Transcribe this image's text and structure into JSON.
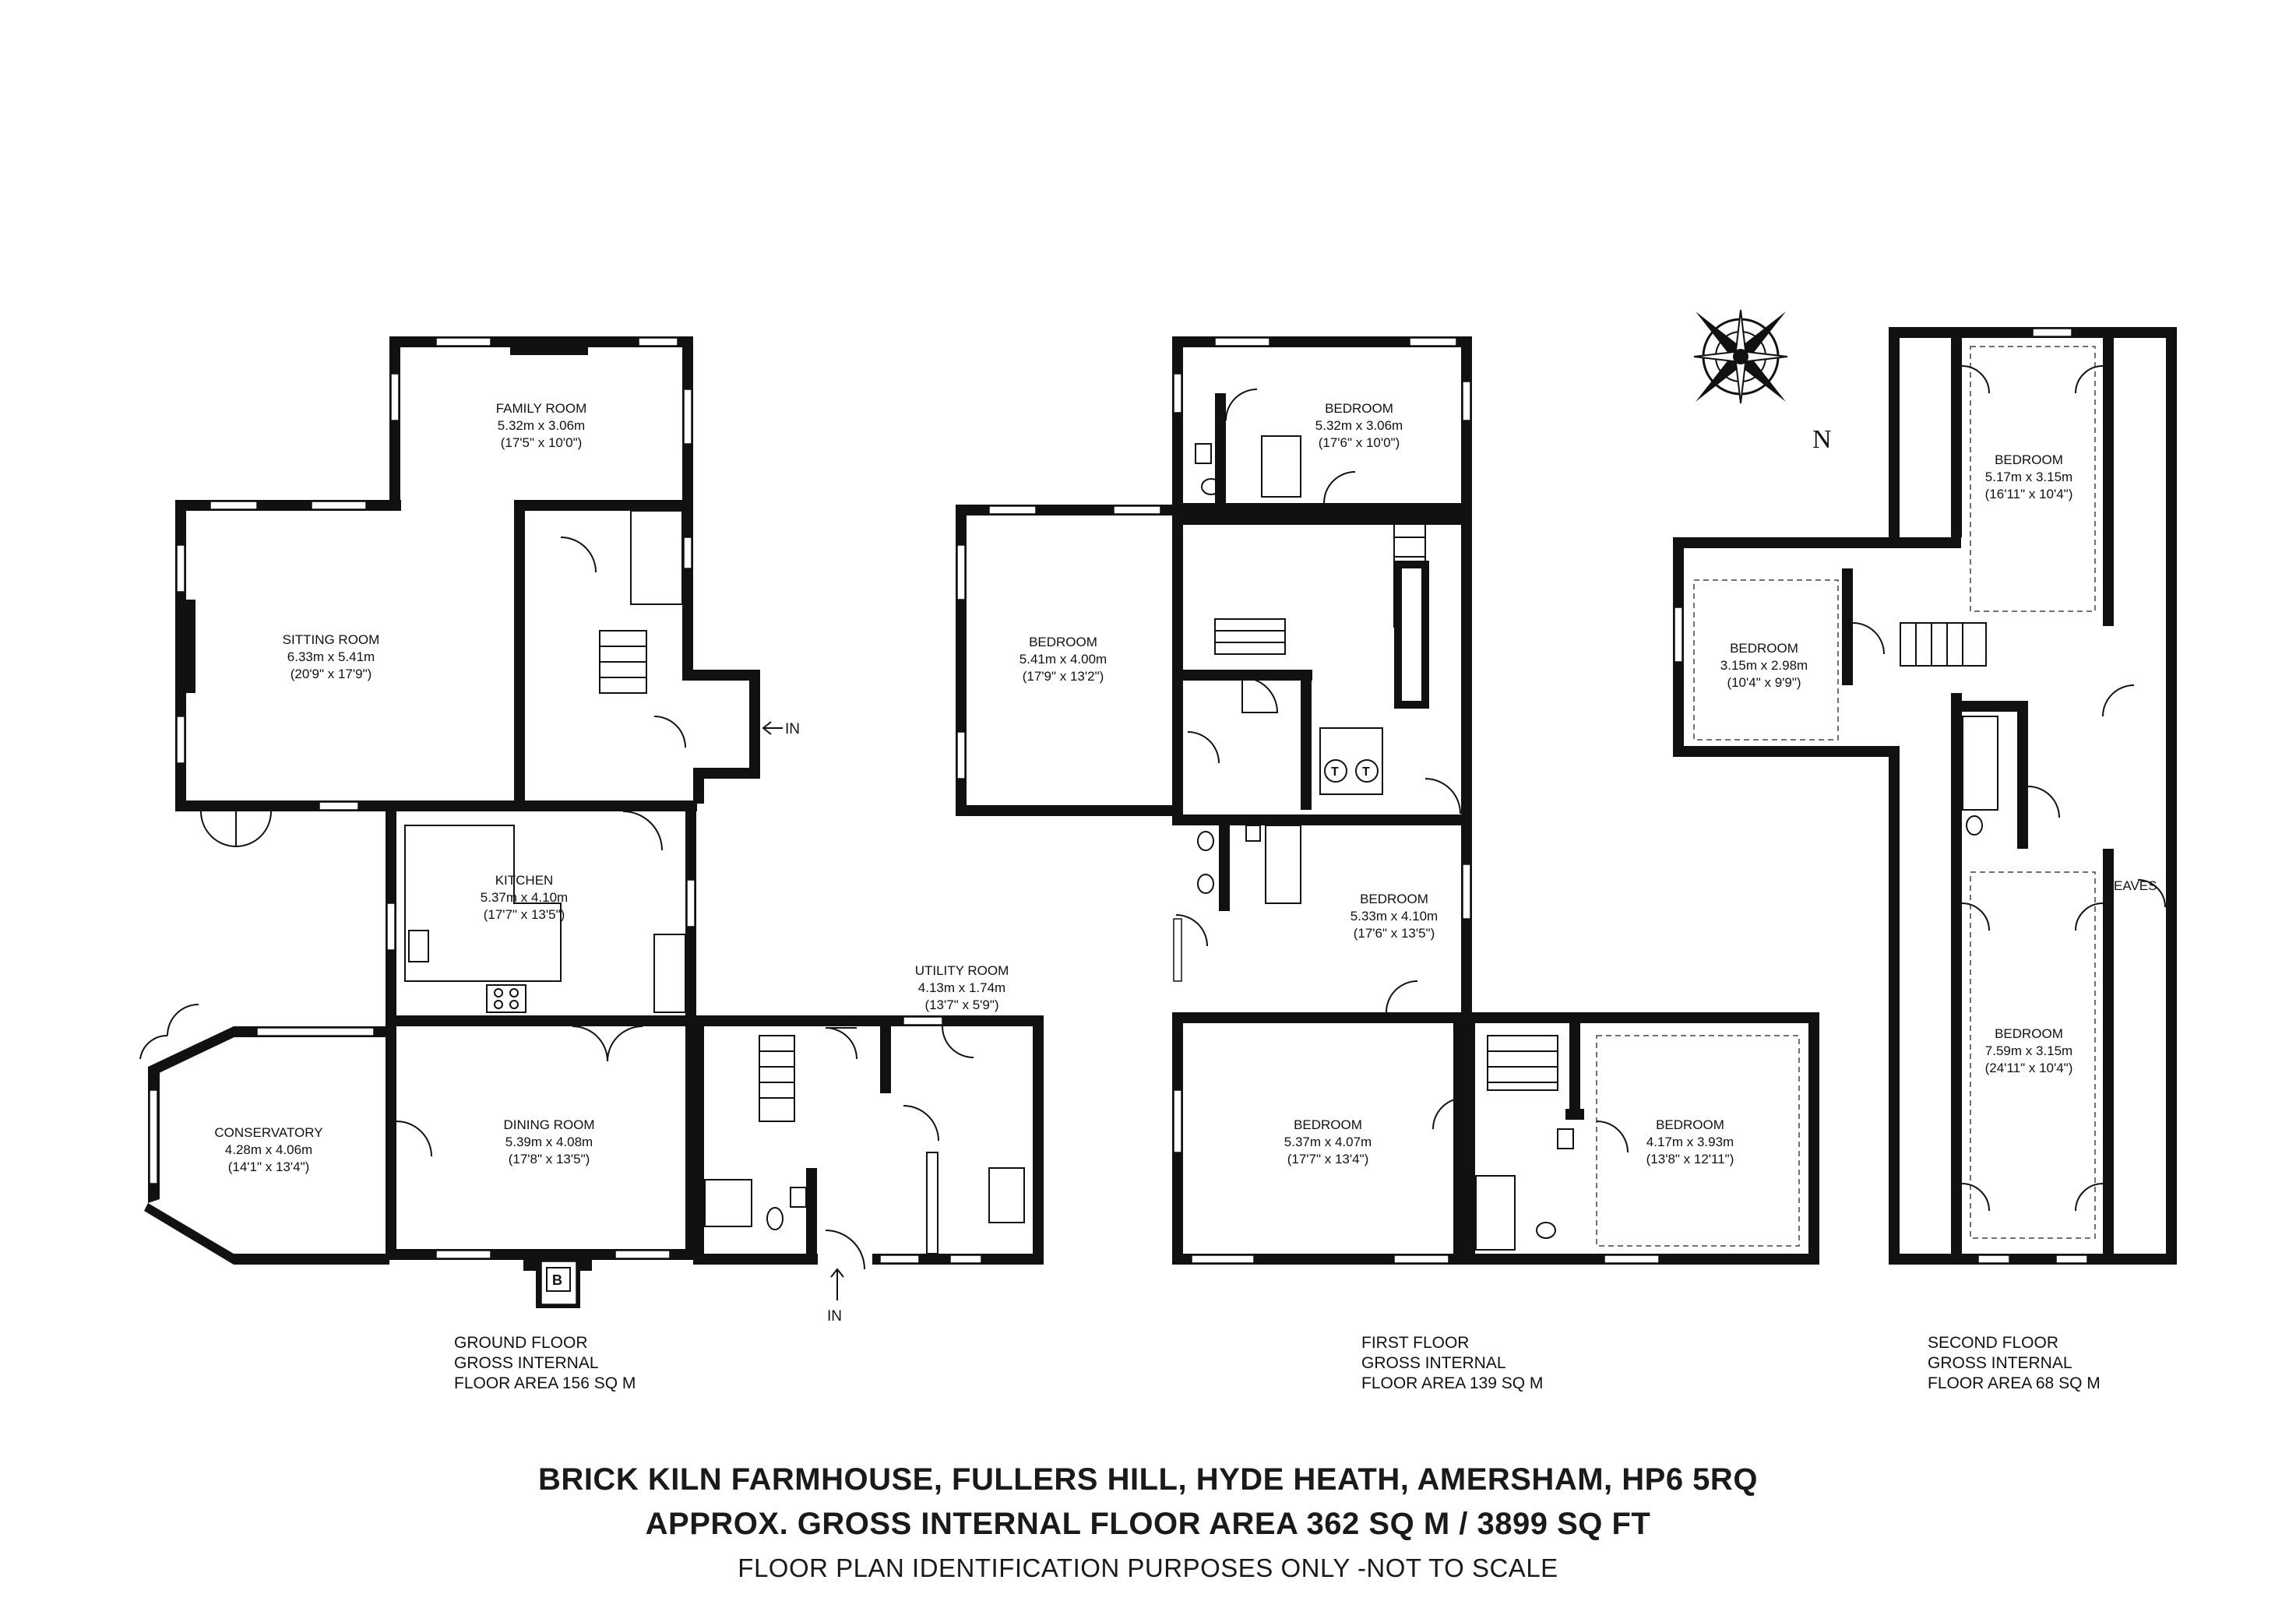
{
  "property": {
    "address": "BRICK KILN FARMHOUSE, FULLERS HILL, HYDE HEATH, AMERSHAM, HP6 5RQ",
    "total_area": "APPROX. GROSS INTERNAL FLOOR AREA 362 SQ M / 3899 SQ FT",
    "disclaimer": "FLOOR PLAN IDENTIFICATION PURPOSES ONLY -NOT TO SCALE"
  },
  "compass": {
    "north_label": "N"
  },
  "markers": {
    "entrance": "IN",
    "boiler": "B",
    "tank": "T",
    "eaves": "EAVES"
  },
  "floors": {
    "ground": {
      "line1": "GROUND FLOOR",
      "line2": "GROSS INTERNAL",
      "line3": "FLOOR AREA 156 SQ M",
      "rooms": [
        {
          "name": "FAMILY ROOM",
          "metric": "5.32m x 3.06m",
          "imperial": "(17'5\" x 10'0\")"
        },
        {
          "name": "SITTING ROOM",
          "metric": "6.33m x 5.41m",
          "imperial": "(20'9\" x 17'9\")"
        },
        {
          "name": "KITCHEN",
          "metric": "5.37m x 4.10m",
          "imperial": "(17'7\" x 13'5\")"
        },
        {
          "name": "UTILITY ROOM",
          "metric": "4.13m x 1.74m",
          "imperial": "(13'7\" x 5'9\")"
        },
        {
          "name": "CONSERVATORY",
          "metric": "4.28m x 4.06m",
          "imperial": "(14'1\" x 13'4\")"
        },
        {
          "name": "DINING ROOM",
          "metric": "5.39m x 4.08m",
          "imperial": "(17'8\" x 13'5\")"
        }
      ]
    },
    "first": {
      "line1": "FIRST FLOOR",
      "line2": "GROSS INTERNAL",
      "line3": "FLOOR AREA 139 SQ M",
      "rooms": [
        {
          "name": "BEDROOM",
          "metric": "5.32m x 3.06m",
          "imperial": "(17'6\" x 10'0\")"
        },
        {
          "name": "BEDROOM",
          "metric": "5.41m x 4.00m",
          "imperial": "(17'9\" x 13'2\")"
        },
        {
          "name": "BEDROOM",
          "metric": "5.33m x 4.10m",
          "imperial": "(17'6\" x 13'5\")"
        },
        {
          "name": "BEDROOM",
          "metric": "5.37m x 4.07m",
          "imperial": "(17'7\" x 13'4\")"
        },
        {
          "name": "BEDROOM",
          "metric": "4.17m x 3.93m",
          "imperial": "(13'8\" x 12'11\")"
        }
      ]
    },
    "second": {
      "line1": "SECOND FLOOR",
      "line2": "GROSS INTERNAL",
      "line3": "FLOOR AREA 68 SQ M",
      "rooms": [
        {
          "name": "BEDROOM",
          "metric": "5.17m x 3.15m",
          "imperial": "(16'11\" x 10'4\")"
        },
        {
          "name": "BEDROOM",
          "metric": "3.15m x 2.98m",
          "imperial": "(10'4\" x 9'9\")"
        },
        {
          "name": "BEDROOM",
          "metric": "7.59m x 3.15m",
          "imperial": "(24'11\" x 10'4\")"
        }
      ]
    }
  }
}
